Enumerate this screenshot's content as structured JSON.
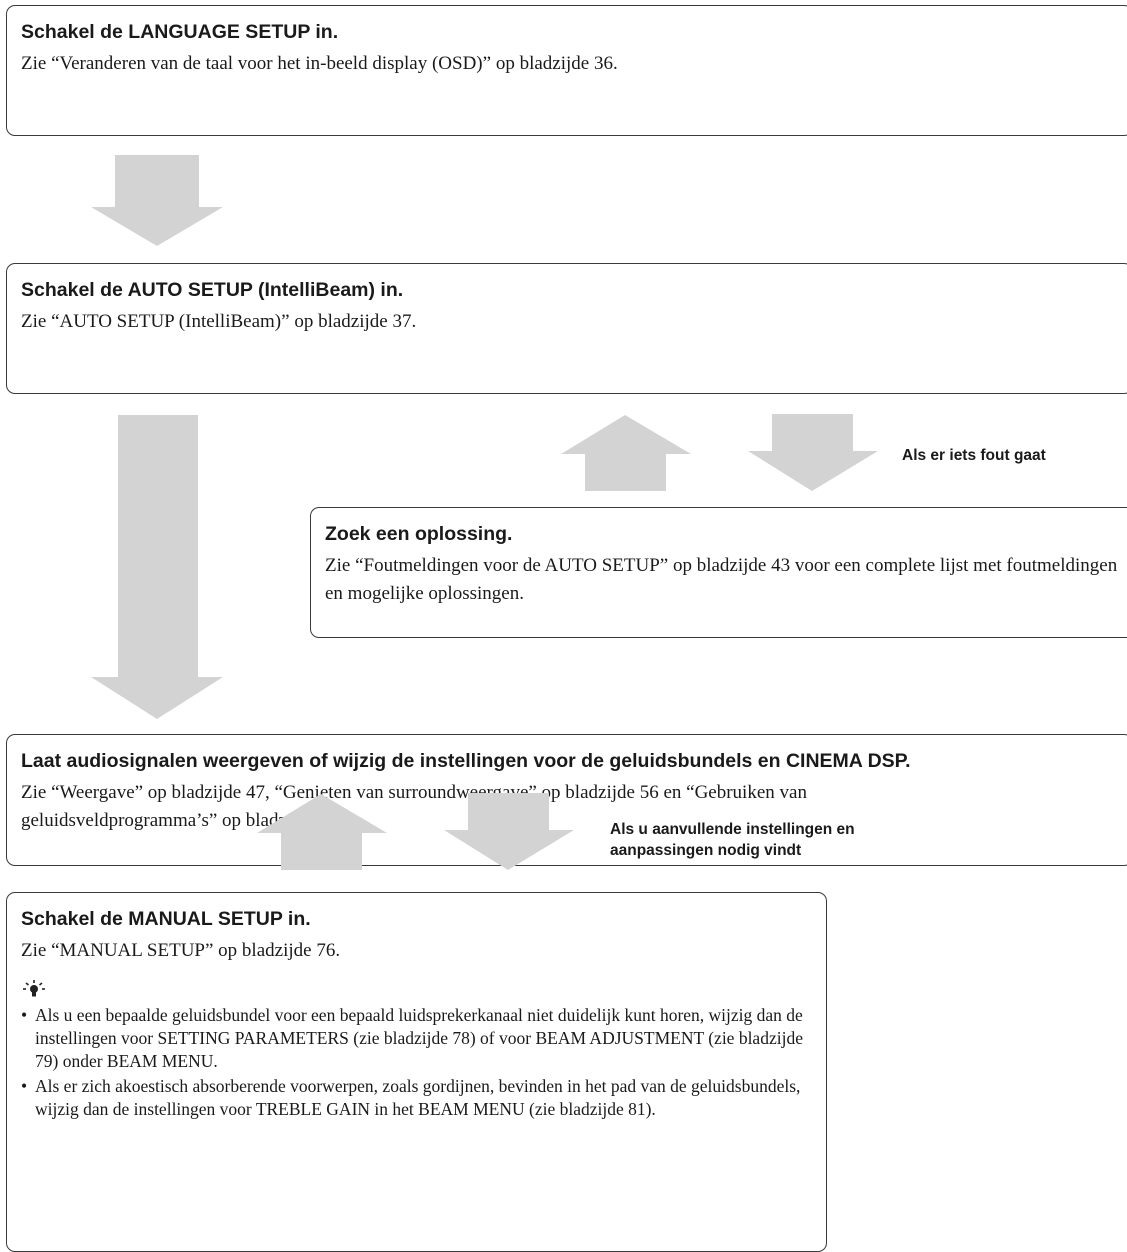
{
  "steps": [
    {
      "title": "Schakel de LANGUAGE SETUP in.",
      "text": "Zie “Veranderen van de taal voor het in-beeld display (OSD)” op bladzijde 36."
    },
    {
      "title": "Schakel de AUTO SETUP (IntelliBeam) in.",
      "text": "Zie “AUTO SETUP (IntelliBeam)” op bladzijde 37."
    },
    {
      "title": "Zoek een oplossing.",
      "text": "Zie “Foutmeldingen voor de AUTO SETUP” op bladzijde 43 voor een complete lijst met foutmeldingen en mogelijke oplossingen."
    },
    {
      "title": "Laat audiosignalen weergeven of wijzig de instellingen voor de geluidsbundels en CINEMA DSP.",
      "text": "Zie “Weergave” op bladzijde 47, “Genieten van surroundweergave” op bladzijde 56 en “Gebruiken van geluidsveldprogramma’s” op bladzijde 65."
    },
    {
      "title": "Schakel de MANUAL SETUP in.",
      "text": "Zie “MANUAL SETUP” op bladzijde 76.",
      "tip_icon": "lightbulb-icon",
      "tips": [
        "Als u een bepaalde geluidsbundel voor een bepaald luidsprekerkanaal niet duidelijk kunt horen, wijzig dan de instellingen voor SETTING PARAMETERS (zie bladzijde 78) of voor BEAM ADJUSTMENT (zie bladzijde 79) onder BEAM MENU.",
        "Als er zich akoestisch absorberende voorwerpen, zoals gordijnen, bevinden in het pad van de geluidsbundels, wijzig dan de instellingen voor TREBLE GAIN in het BEAM MENU (zie bladzijde 81)."
      ]
    }
  ],
  "labels": {
    "error": "Als er iets fout gaat",
    "manual": "Als u aanvullende instellingen en aanpassingen nodig vindt"
  },
  "colors": {
    "arrow": "#d3d3d3",
    "border": "#3a3a3a"
  }
}
